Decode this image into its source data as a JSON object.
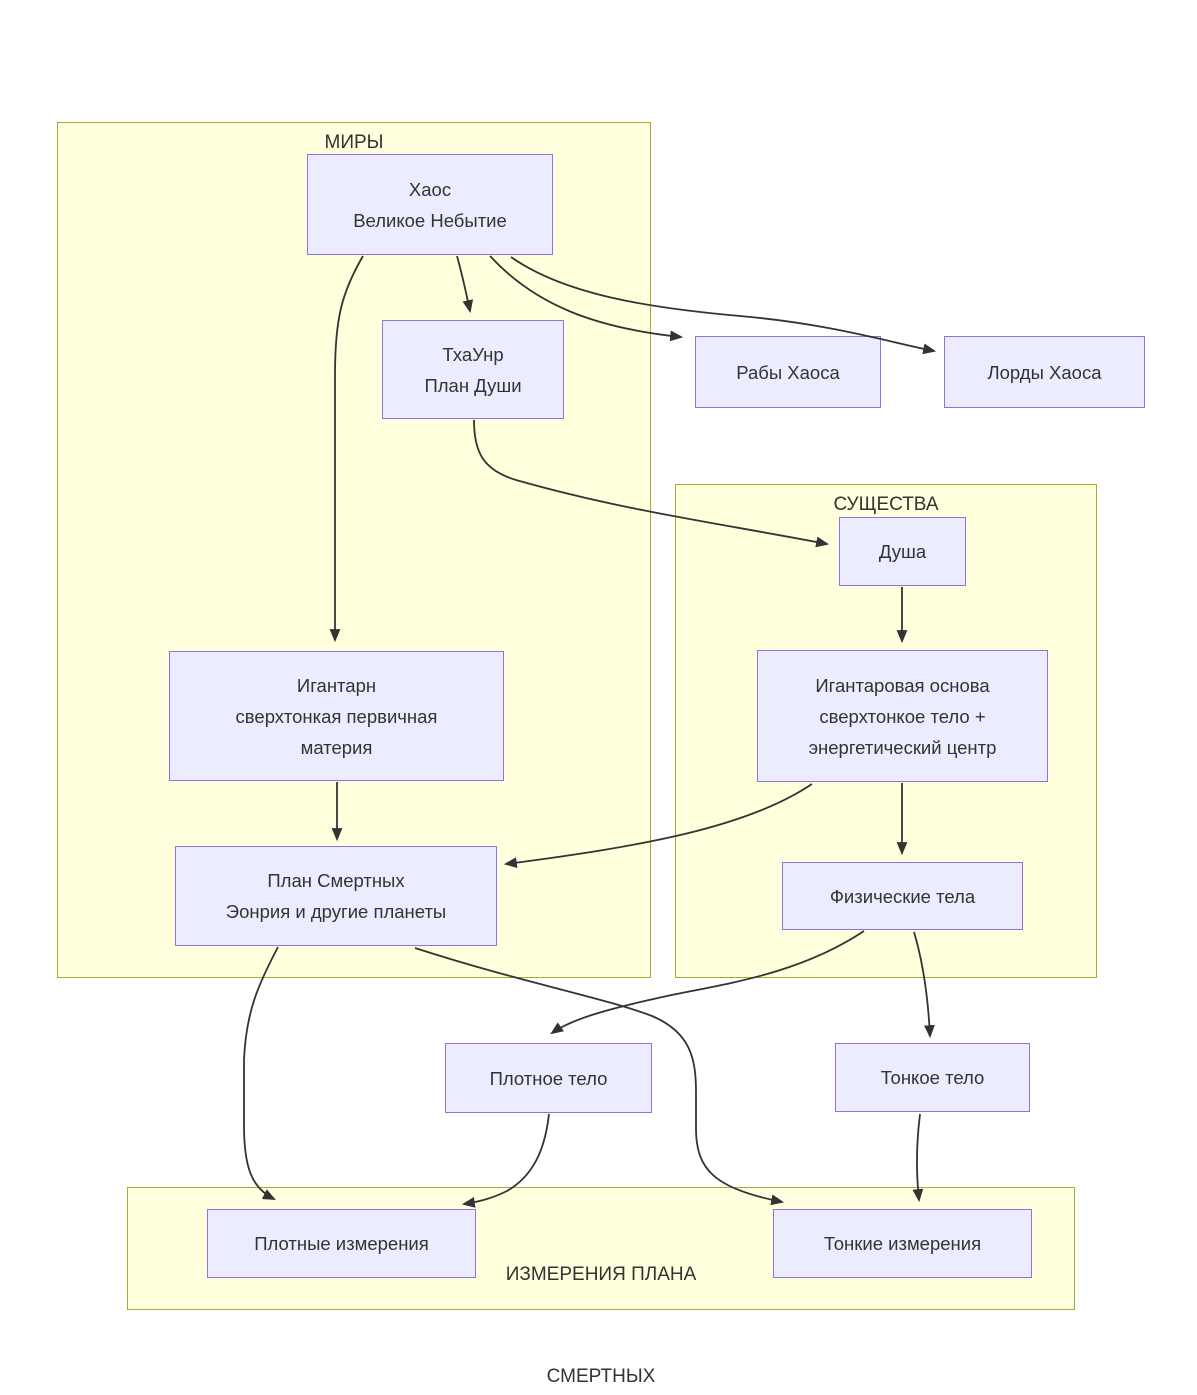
{
  "diagram": {
    "colors": {
      "node_fill": "#ececff",
      "node_border": "#9370db",
      "cluster_fill": "#ffffde",
      "cluster_border": "#aaaa33",
      "edge": "#333333",
      "text": "#333333",
      "background": "#ffffff"
    },
    "clusters": {
      "miry": {
        "label": "МИРЫ"
      },
      "sushchestva": {
        "label": "СУЩЕСТВА"
      },
      "izmereniya": {
        "label_line1": "ИЗМЕРЕНИЯ ПЛАНА",
        "label_line2": "СМЕРТНЫХ"
      }
    },
    "nodes": {
      "haos": {
        "lines": [
          "Хаос",
          "Великое Небытие"
        ]
      },
      "thaunr": {
        "lines": [
          "ТхаУнр",
          "План Души"
        ]
      },
      "raby_haosa": {
        "lines": [
          "Рабы Хаоса"
        ]
      },
      "lordy_haosa": {
        "lines": [
          "Лорды Хаоса"
        ]
      },
      "dusha": {
        "lines": [
          "Душа"
        ]
      },
      "igantarovaya_osnova": {
        "lines": [
          "Игантаровая основа",
          "сверхтонкое тело +",
          "энергетический центр"
        ]
      },
      "igantarn": {
        "lines": [
          "Игантарн",
          "сверхтонкая первичная",
          "материя"
        ]
      },
      "plan_smertnyh": {
        "lines": [
          "План Смертных",
          "Эонрия и другие планеты"
        ]
      },
      "fizicheskie_tela": {
        "lines": [
          "Физические тела"
        ]
      },
      "plotnoe_telo": {
        "lines": [
          "Плотное тело"
        ]
      },
      "tonkoe_telo": {
        "lines": [
          "Тонкое тело"
        ]
      },
      "plotnye_izmereniya": {
        "lines": [
          "Плотные измерения"
        ]
      },
      "tonkie_izmereniya": {
        "lines": [
          "Тонкие измерения"
        ]
      }
    },
    "edges": [
      {
        "from": "haos",
        "to": "igantarn"
      },
      {
        "from": "haos",
        "to": "thaunr"
      },
      {
        "from": "haos",
        "to": "raby_haosa"
      },
      {
        "from": "haos",
        "to": "lordy_haosa"
      },
      {
        "from": "thaunr",
        "to": "dusha"
      },
      {
        "from": "igantarn",
        "to": "plan_smertnyh"
      },
      {
        "from": "dusha",
        "to": "igantarovaya_osnova"
      },
      {
        "from": "igantarovaya_osnova",
        "to": "fizicheskie_tela"
      },
      {
        "from": "igantarovaya_osnova",
        "to": "plan_smertnyh"
      },
      {
        "from": "fizicheskie_tela",
        "to": "plotnoe_telo"
      },
      {
        "from": "fizicheskie_tela",
        "to": "tonkoe_telo"
      },
      {
        "from": "plan_smertnyh",
        "to": "plotnye_izmereniya"
      },
      {
        "from": "plan_smertnyh",
        "to": "tonkie_izmereniya"
      },
      {
        "from": "plotnoe_telo",
        "to": "plotnye_izmereniya"
      },
      {
        "from": "tonkoe_telo",
        "to": "tonkie_izmereniya"
      }
    ]
  }
}
